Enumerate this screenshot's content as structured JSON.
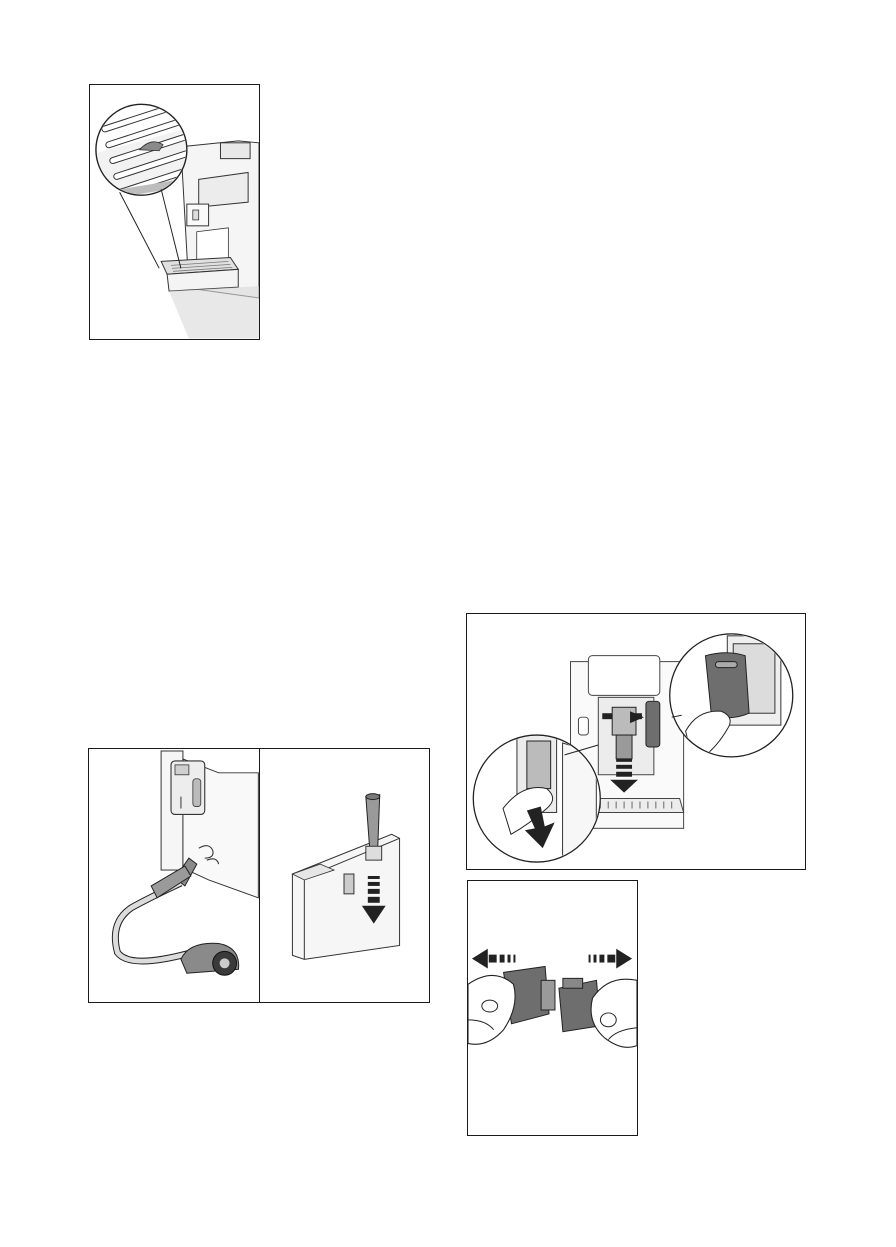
{
  "page": {
    "background": "#ffffff",
    "illustration_colors": {
      "outline": "#222222",
      "dark_grey": "#6b6b6b",
      "mid_grey": "#9a9a9a",
      "light_grey": "#d6d6d6",
      "pale_grey": "#ececec"
    }
  },
  "figures": [
    {
      "id": "drip-tray-grille",
      "icon": "drip-tray-grille-illustration"
    },
    {
      "id": "vacuum-cleaning",
      "icon": "vacuum-cleaner-illustration"
    },
    {
      "id": "water-tank-filter",
      "icon": "water-tank-filter-illustration"
    },
    {
      "id": "brewing-unit-removal",
      "icon": "brewing-unit-removal-illustration"
    },
    {
      "id": "unit-separation",
      "icon": "unit-separation-illustration"
    }
  ]
}
